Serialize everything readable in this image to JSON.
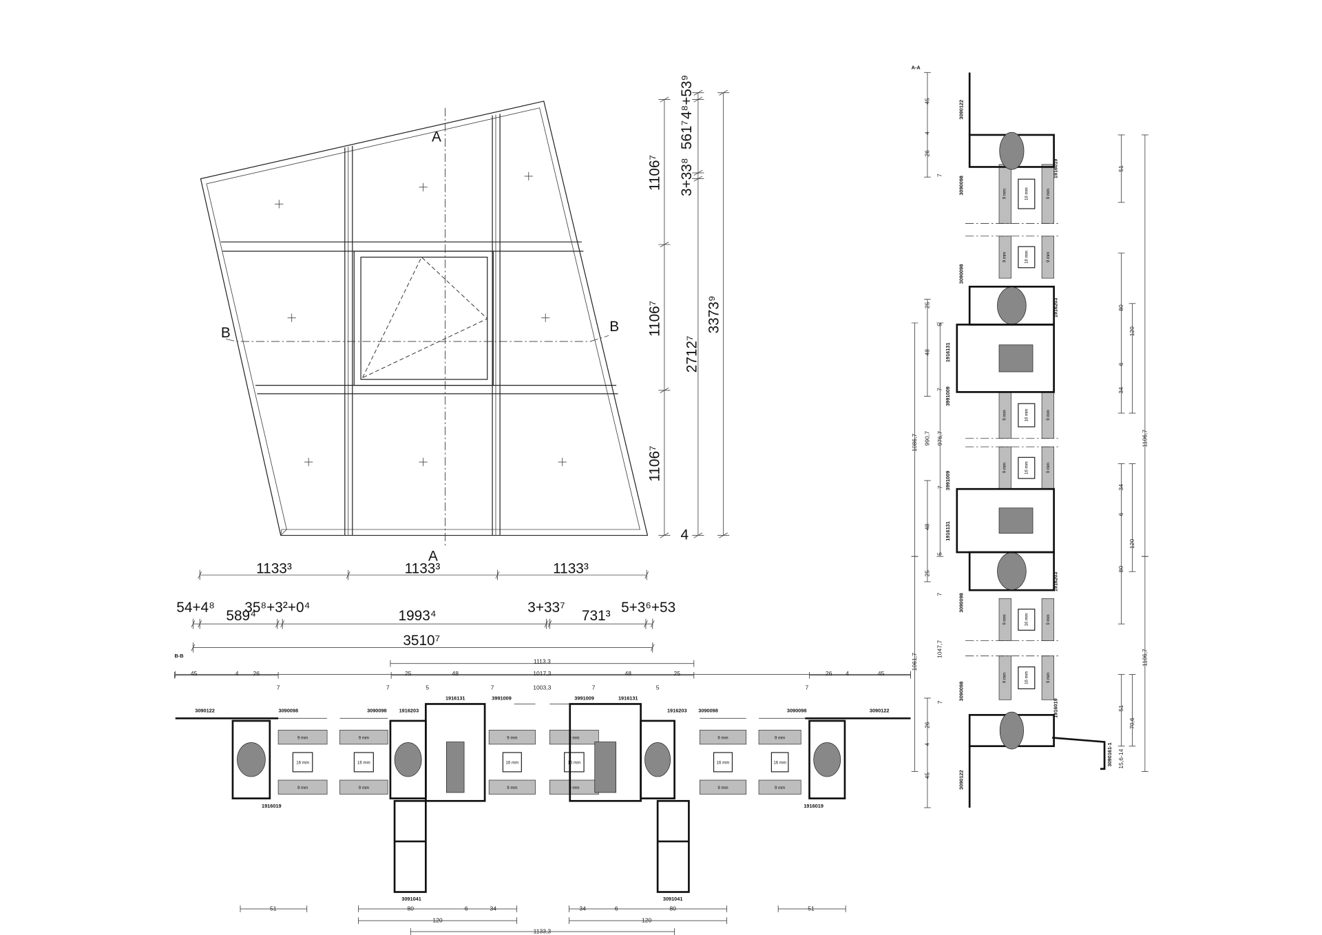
{
  "elevation": {
    "section_markers": {
      "a_top": "A",
      "a_bottom": "A",
      "b_left": "B",
      "b_right": "B"
    },
    "vertical_dims": {
      "col1": [
        "1106⁷",
        "1106⁷",
        "1106⁷"
      ],
      "col2": [
        "4⁸+53⁹",
        "561⁷",
        "3+33⁸",
        "2712⁷",
        "4"
      ],
      "col3": "3373⁹"
    },
    "horizontal_dims": {
      "row1": [
        "1133³",
        "1133³",
        "1133³"
      ],
      "row2": [
        "54+4⁸",
        "589⁴",
        "35⁸+3²+0⁴",
        "1993⁴",
        "3+33⁷",
        "731³",
        "5+3⁶+53"
      ],
      "row3": "3510⁷"
    }
  },
  "section_bb": {
    "title": "B-B",
    "part_labels": [
      "3090122",
      "3090098",
      "1916019",
      "3090098",
      "1916203",
      "1916131",
      "3991009",
      "3991009",
      "1916131",
      "1916203",
      "3090098",
      "3090098",
      "3090122",
      "1916019",
      "3091041",
      "3091041"
    ],
    "dims": [
      "1113,3",
      "45",
      "4",
      "26",
      "25",
      "48",
      "1017,3",
      "48",
      "25",
      "26",
      "4",
      "45",
      "7",
      "7",
      "5",
      "7",
      "1003,3",
      "7",
      "5",
      "7",
      "51",
      "80",
      "6",
      "34",
      "34",
      "6",
      "80",
      "51",
      "120",
      "120",
      "1133,3"
    ]
  },
  "section_aa": {
    "title": "A-A",
    "part_labels": [
      "3090122",
      "3090098",
      "1916019",
      "3090098",
      "1916203",
      "1916131",
      "3991009",
      "3991009",
      "1916131",
      "1916203",
      "3090098",
      "3090098",
      "1916019",
      "3090122",
      "3090161-1"
    ],
    "dims": [
      "45",
      "4",
      "26",
      "7",
      "25",
      "5",
      "48",
      "7",
      "7",
      "48",
      "5",
      "25",
      "7",
      "7",
      "26",
      "4",
      "45",
      "1086,7",
      "990,7",
      "976,7",
      "1061,7",
      "1047,7",
      "51",
      "80",
      "120",
      "6",
      "34",
      "34",
      "6",
      "120",
      "80",
      "51",
      "70,6",
      "15,6-14",
      "1106,7",
      "1106,7"
    ]
  },
  "glass": {
    "pane": "9 mm",
    "cavity": "16 mm"
  }
}
